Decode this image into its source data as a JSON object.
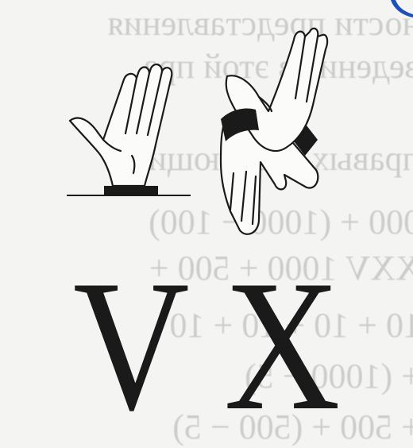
{
  "numerals": {
    "v": "V",
    "x": "X"
  },
  "bleed_through_text": [
    "ности представления",
    "ведение в этой пра",
    "правых следующи",
    "000 + (1000 − 100)",
    "XXV 1000 + 500 +",
    "10 + 10 + 10 + 10",
    "+ (1000 − 5)",
    "+ 500 + (500 − 5)"
  ],
  "colors": {
    "paper": "#f4f4f2",
    "ink": "#1a1a1a",
    "corner_accent": "#1f4fb8"
  },
  "icons": [
    "open-hand-icon",
    "crossed-hands-icon"
  ]
}
